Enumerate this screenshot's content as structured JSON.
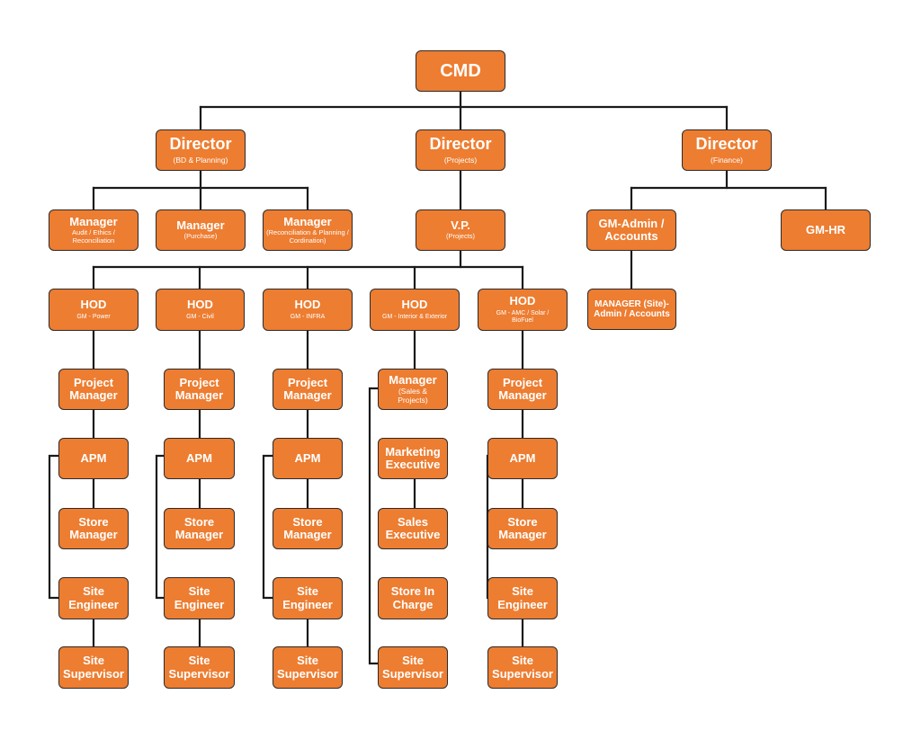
{
  "colors": {
    "box_fill": "#ED7D31",
    "box_border": "#2b2b2b",
    "line": "#1a1a1a",
    "text": "#ffffff"
  },
  "cmd": {
    "title": "CMD"
  },
  "directors": {
    "bd": {
      "title": "Director",
      "sub": "(BD & Planning)"
    },
    "projects": {
      "title": "Director",
      "sub": "(Projects)"
    },
    "finance": {
      "title": "Director",
      "sub": "(Finance)"
    }
  },
  "bd_managers": {
    "audit": {
      "title": "Manager",
      "sub": "Audit / Ethics / Reconciliation"
    },
    "purchase": {
      "title": "Manager",
      "sub": "(Purchase)"
    },
    "reconciliation": {
      "title": "Manager",
      "sub": "(Reconciliation & Planning / Cordination)"
    }
  },
  "vp": {
    "title": "V.P.",
    "sub": "(Projects)"
  },
  "finance_branch": {
    "gm_admin": {
      "title": "GM-Admin / Accounts"
    },
    "gm_hr": {
      "title": "GM-HR"
    },
    "manager_site": {
      "title": "MANAGER (Site)- Admin / Accounts"
    }
  },
  "hods": {
    "power": {
      "title": "HOD",
      "sub": "GM - Power"
    },
    "civil": {
      "title": "HOD",
      "sub": "GM - Civil"
    },
    "infra": {
      "title": "HOD",
      "sub": "GM - INFRA"
    },
    "interior": {
      "title": "HOD",
      "sub": "GM - Interior & Exterior"
    },
    "amc": {
      "title": "HOD",
      "sub": "GM - AMC / Solar / BioFuel"
    }
  },
  "roles": {
    "project_manager": "Project Manager",
    "apm": "APM",
    "store_manager": "Store Manager",
    "site_engineer": "Site Engineer",
    "site_supervisor": "Site Supervisor"
  },
  "interior_roles": {
    "manager": {
      "title": "Manager",
      "sub": "(Sales & Projects)"
    },
    "marketing_executive": "Marketing Executive",
    "sales_executive": "Sales Executive",
    "store_in_charge": "Store In Charge",
    "site_supervisor": "Site Supervisor"
  }
}
